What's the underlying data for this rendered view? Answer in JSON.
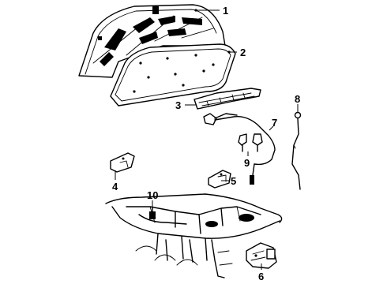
{
  "callouts": [
    {
      "number": "1",
      "part": "hood-panel"
    },
    {
      "number": "2",
      "part": "hood-insulator"
    },
    {
      "number": "3",
      "part": "weatherstrip"
    },
    {
      "number": "4",
      "part": "left-hinge"
    },
    {
      "number": "5",
      "part": "right-hinge"
    },
    {
      "number": "6",
      "part": "hood-latch"
    },
    {
      "number": "7",
      "part": "release-cable"
    },
    {
      "number": "8",
      "part": "support-rod"
    },
    {
      "number": "9",
      "part": "bumpers"
    },
    {
      "number": "10",
      "part": "clip"
    }
  ]
}
